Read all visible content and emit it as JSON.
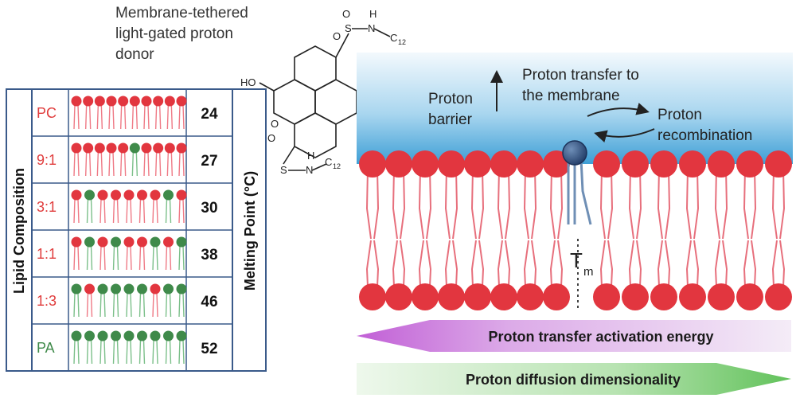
{
  "donor_title": [
    "Membrane-tethered",
    "light-gated proton",
    "donor"
  ],
  "molecule": {
    "ho": "HO",
    "h": "H",
    "n": "N",
    "s": "S",
    "o": "O",
    "c": "C",
    "c_subscript": "12"
  },
  "table": {
    "left_label": "Lipid Composition",
    "right_label": "Melting Point (°C)",
    "rows": [
      {
        "label": "PC",
        "value": "24",
        "pattern": "RRRRRRRRRR",
        "label_color": "#e03c3c"
      },
      {
        "label": "9:1",
        "value": "27",
        "pattern": "RRRRRGRRRR",
        "label_color": "#e03c3c"
      },
      {
        "label": "3:1",
        "value": "30",
        "pattern": "RGRRRRRGR",
        "label_color": "#e03c3c"
      },
      {
        "label": "1:1",
        "value": "38",
        "pattern": "RGRGRRGRG",
        "label_color": "#e03c3c"
      },
      {
        "label": "1:3",
        "value": "46",
        "pattern": "GRGGGGRGG",
        "label_color": "#e03c3c"
      },
      {
        "label": "PA",
        "value": "52",
        "pattern": "GGGGGGGGG",
        "label_color": "#3f8a4a"
      }
    ]
  },
  "annotations": {
    "proton_barrier": [
      "Proton",
      "barrier"
    ],
    "proton_transfer": [
      "Proton transfer to",
      "the membrane"
    ],
    "proton_recombination": [
      "Proton",
      "recombination"
    ],
    "tm_main": "T",
    "tm_sub": "m"
  },
  "bars": {
    "activation": "Proton transfer activation energy",
    "diffusion": "Proton diffusion dimensionality"
  },
  "colors": {
    "lipid_red": "#e2363f",
    "lipid_green": "#3f8a4a",
    "tail_red": "#ef7a86",
    "tail_green": "#7cc08a",
    "table_border": "#3a5a8a",
    "aqueous_top": "#eaf4fb",
    "aqueous_bottom": "#3ea0d8",
    "donor_head": "#2c4a78",
    "donor_tail": "#6f8fb5",
    "bar_purple": "#c776d8",
    "bar_green": "#7fcf79"
  }
}
